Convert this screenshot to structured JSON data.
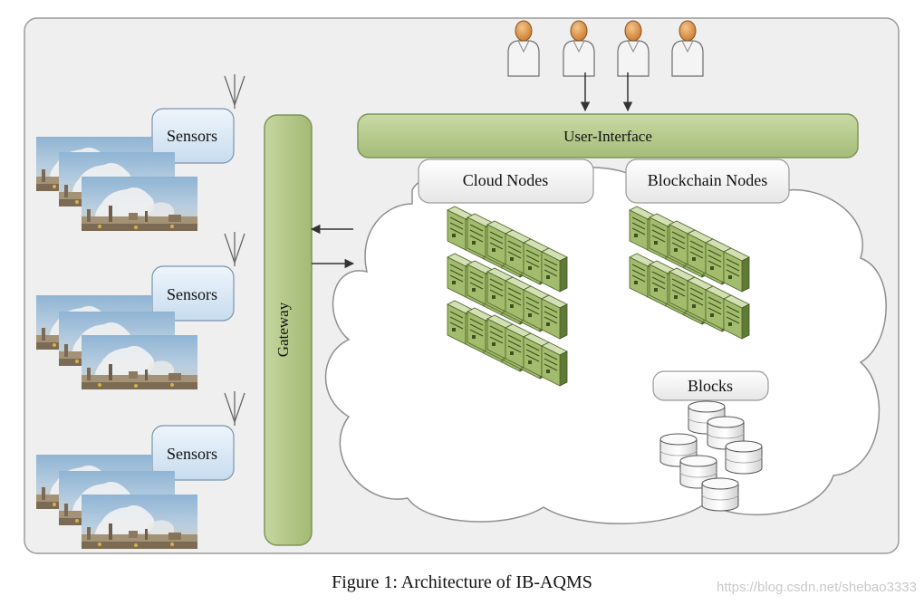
{
  "labels": {
    "user_interface": "User-Interface",
    "gateway": "Gateway",
    "cloud_nodes": "Cloud Nodes",
    "blockchain_nodes": "Blockchain Nodes",
    "blocks": "Blocks",
    "sensors": [
      "Sensors",
      "Sensors",
      "Sensors"
    ]
  },
  "caption": "Figure 1: Architecture of IB-AQMS",
  "watermark": "https://blog.csdn.net/shebao3333",
  "colors": {
    "frame_fill": "#efefef",
    "frame_stroke": "#9a9a9a",
    "green_fill": "#b5c98a",
    "green_stroke": "#7e9558",
    "sensor_fill": "#dce9f5",
    "sensor_stroke": "#7a93ad",
    "server_green": "#9cb566",
    "server_dark": "#5f7a34"
  },
  "icons": {
    "user": "user-icon",
    "antenna": "antenna-icon",
    "server": "server-icon",
    "database": "database-icon",
    "factory": "factory-photo"
  }
}
